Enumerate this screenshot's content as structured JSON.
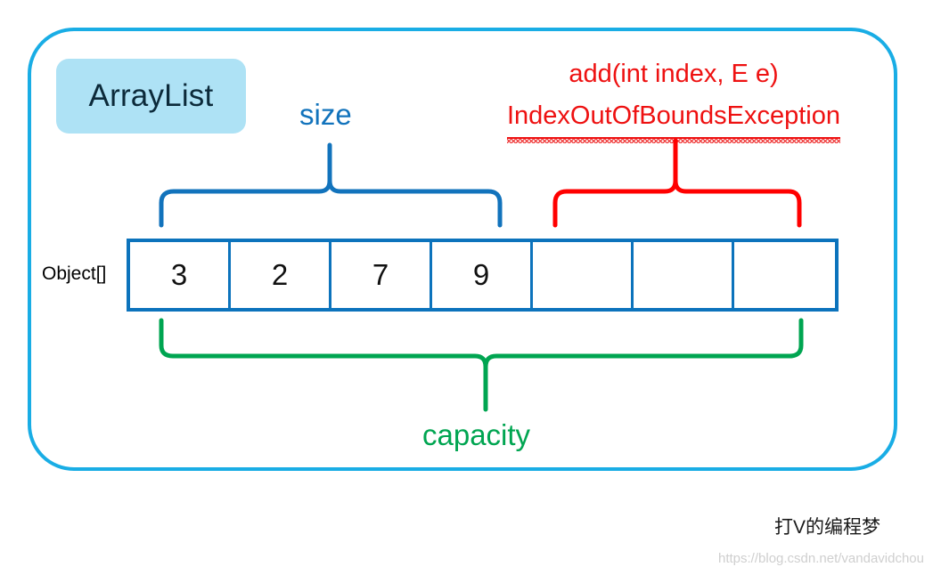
{
  "diagram": {
    "title_chip": "ArrayList",
    "array_type_label": "Object[]",
    "array": {
      "cells": [
        "3",
        "2",
        "7",
        "9",
        "",
        "",
        ""
      ],
      "filled_count": 4,
      "capacity_count": 7
    },
    "annotations": {
      "size_label": "size",
      "capacity_label": "capacity",
      "exception_line1": "add(int index, E e)",
      "exception_line2": "IndexOutOfBoundsException"
    },
    "braces": {
      "size_brace_name": "size-brace",
      "exception_brace_name": "exception-brace",
      "capacity_brace_name": "capacity-brace"
    },
    "watermark": {
      "author": "打V的编程梦",
      "url": "https://blog.csdn.net/vandavidchou"
    },
    "colors": {
      "frame_blue": "#19ADE5",
      "chip_bg": "#AEE2F5",
      "chip_text": "#0C2A3A",
      "array_border": "#0C73BC",
      "size_blue": "#1273BC",
      "exception_red": "#EE1111",
      "capacity_green": "#00A551",
      "cell_text": "#111111",
      "watermark_gray": "#cfcfcf"
    }
  }
}
